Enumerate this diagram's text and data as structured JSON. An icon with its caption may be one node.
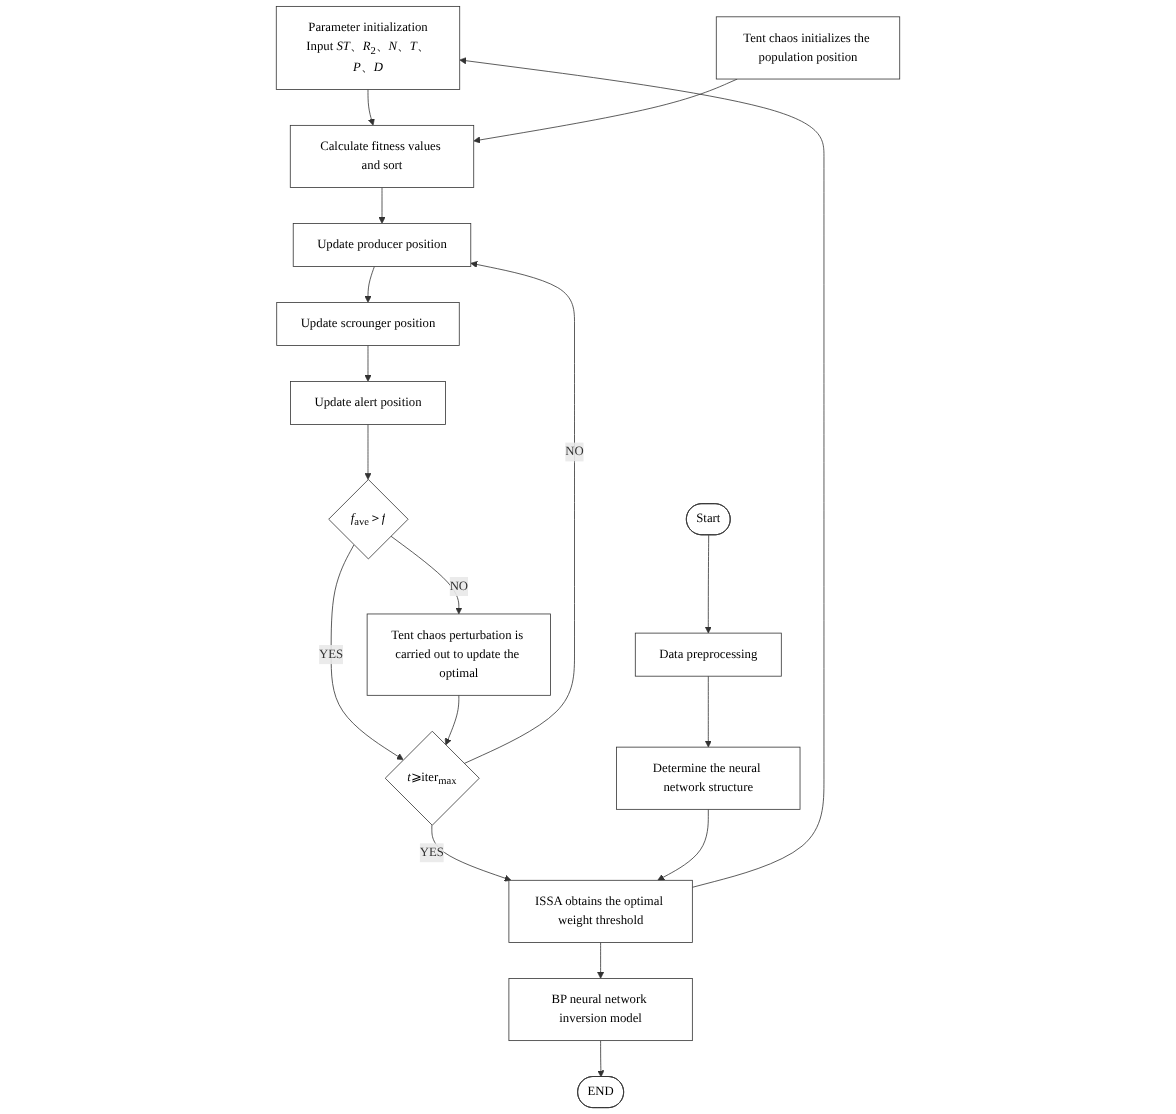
{
  "diagram": {
    "nodes": [
      {
        "text": [
          "Parameter initialization",
          "Input *ST*、*R*$_{2}$、*N*、*T*、*P*、*D*"
        ]
      },
      {
        "text": [
          "Tent chaos initializes the population position"
        ]
      },
      {
        "text": [
          "Calculate fitness values and sort"
        ]
      },
      {
        "text": [
          "Update producer position"
        ]
      },
      {
        "text": [
          "Update scrounger position"
        ]
      },
      {
        "text": [
          "Update alert position"
        ]
      },
      {
        "text": [
          "*f*$_{ave}$＞*f*"
        ]
      },
      {
        "text": [
          "Tent chaos perturbation is carried out to update the optimal"
        ]
      },
      {
        "text": [
          "*t*⩾iter$_{max}$"
        ]
      },
      {
        "text": [
          "Start"
        ]
      },
      {
        "text": [
          "Data preprocessing"
        ]
      },
      {
        "text": [
          "Determine the neural network structure"
        ]
      },
      {
        "text": [
          "ISSA obtains the optimal weight threshold"
        ]
      },
      {
        "text": [
          "BP neural network inversion model"
        ]
      },
      {
        "text": [
          "END"
        ]
      }
    ],
    "edges": [
      {
        "from": 0,
        "to": 2,
        "arrow": "to"
      },
      {
        "from": 1,
        "to": 2,
        "arrow": "to"
      },
      {
        "from": 2,
        "to": 3,
        "arrow": "to"
      },
      {
        "from": 3,
        "to": 4,
        "arrow": "to"
      },
      {
        "from": 4,
        "to": 5,
        "arrow": "to"
      },
      {
        "from": 5,
        "to": 6,
        "arrow": "to"
      },
      {
        "from": 6,
        "to": 7,
        "arrow": "to",
        "label": "NO"
      },
      {
        "from": 6,
        "to": 8,
        "arrow": "to",
        "label": "YES"
      },
      {
        "from": 7,
        "to": 8,
        "arrow": "to"
      },
      {
        "from": 8,
        "to": 3,
        "arrow": "to",
        "label": "NO"
      },
      {
        "from": 8,
        "to": 12,
        "arrow": "to",
        "label": "YES"
      },
      {
        "from": 9,
        "to": 10,
        "arrow": "to"
      },
      {
        "from": 10,
        "to": 11,
        "arrow": "to"
      },
      {
        "from": 11,
        "to": 12,
        "arrow": "to"
      },
      {
        "from": 12,
        "to": 0,
        "arrow": "to"
      },
      {
        "from": 12,
        "to": 13,
        "arrow": "to"
      },
      {
        "from": 13,
        "to": 14,
        "arrow": "to"
      }
    ]
  }
}
